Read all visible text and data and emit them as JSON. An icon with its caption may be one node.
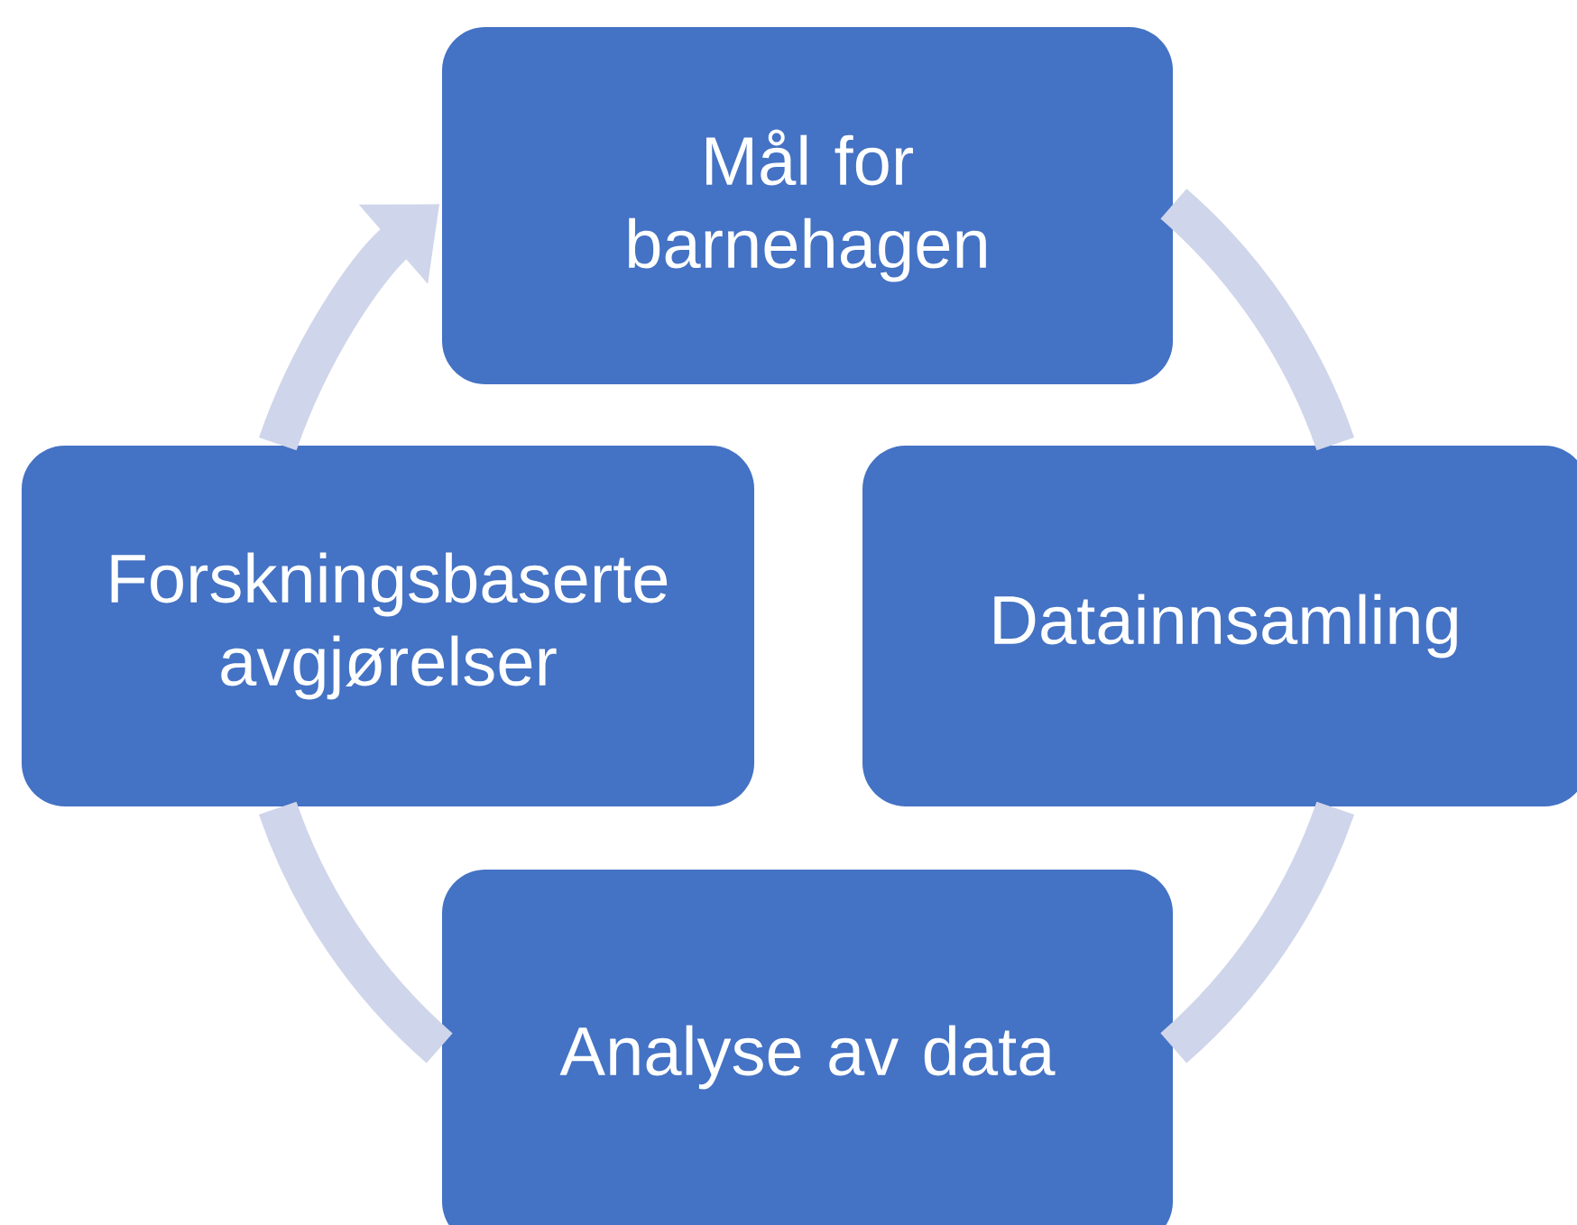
{
  "diagram": {
    "nodes": [
      {
        "text": [
          "Mål for barnehagen"
        ]
      },
      {
        "text": [
          "Datainnsamling"
        ]
      },
      {
        "text": [
          "Analyse av data"
        ]
      },
      {
        "text": [
          "Forskningsbaserte avgjørelser"
        ]
      }
    ],
    "edges": [
      {
        "from": 0,
        "to": 1,
        "arrow": "none"
      },
      {
        "from": 1,
        "to": 2,
        "arrow": "none"
      },
      {
        "from": 2,
        "to": 3,
        "arrow": "none"
      },
      {
        "from": 3,
        "to": 0,
        "arrow": "to"
      }
    ]
  }
}
